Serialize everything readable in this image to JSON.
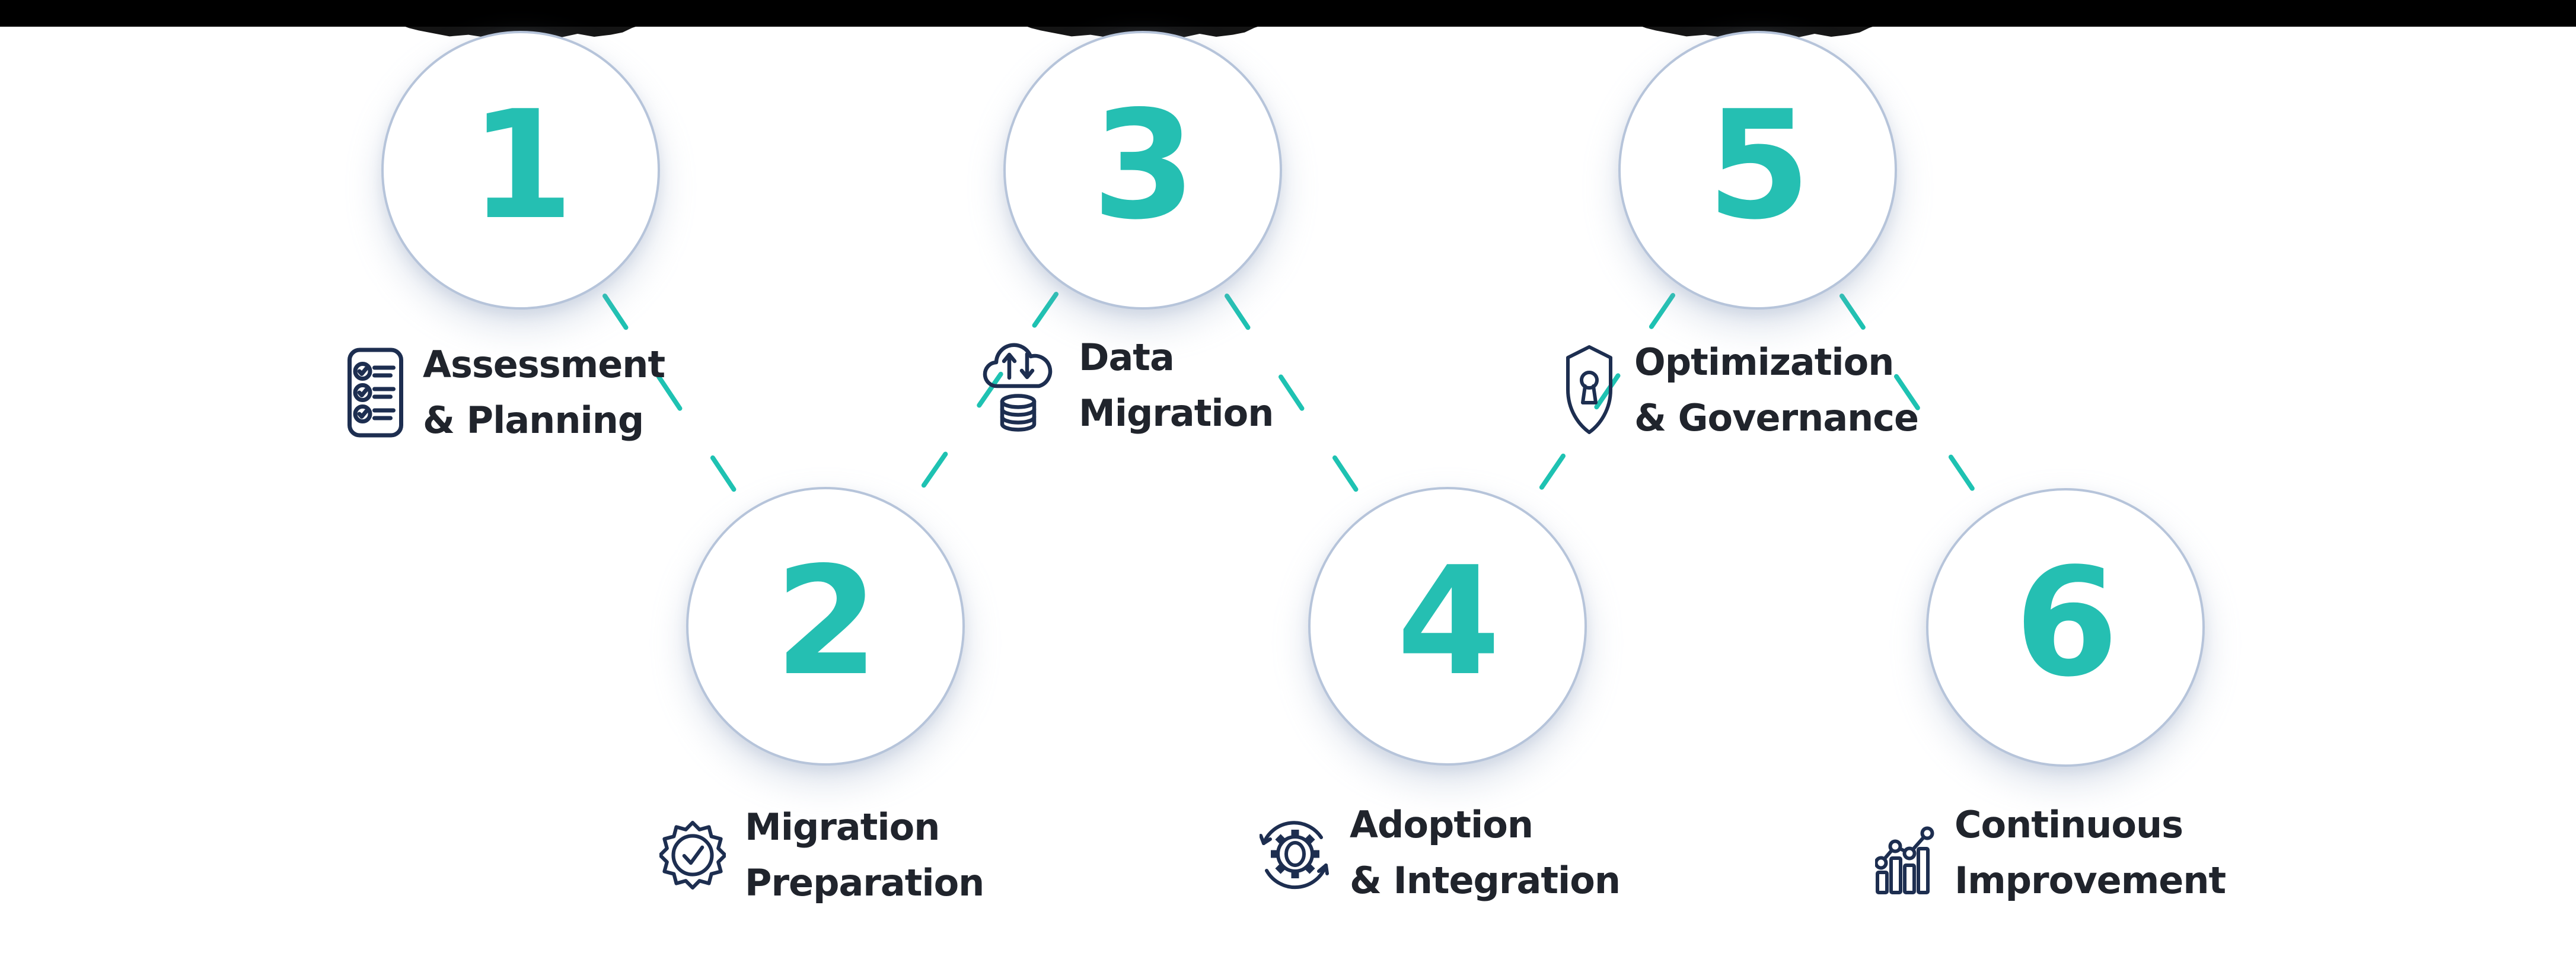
{
  "figure": {
    "type": "process-steps-zigzag",
    "step_count": 6
  },
  "colors": {
    "accent_teal": "#1ec2b2",
    "number_teal": "#25bfb2",
    "icon_navy": "#1d2e50",
    "circle_border": "#b6c4da",
    "label_text": "#20242c",
    "top_bar": "#000000",
    "background": "#ffffff"
  },
  "steps": [
    {
      "number": "1",
      "label_line1": "Assessment",
      "label_line2": "& Planning",
      "icon": "checklist-icon",
      "row": "top"
    },
    {
      "number": "2",
      "label_line1": "Migration",
      "label_line2": "Preparation",
      "icon": "badge-check-icon",
      "row": "bottom"
    },
    {
      "number": "3",
      "label_line1": "Data",
      "label_line2": "Migration",
      "icon": "cloud-transfer-database-icon",
      "row": "top"
    },
    {
      "number": "4",
      "label_line1": "Adoption",
      "label_line2": "& Integration",
      "icon": "gear-cycle-icon",
      "row": "bottom"
    },
    {
      "number": "5",
      "label_line1": "Optimization",
      "label_line2": "& Governance",
      "icon": "shield-keyhole-icon",
      "row": "top"
    },
    {
      "number": "6",
      "label_line1": "Continuous",
      "label_line2": "Improvement",
      "icon": "bar-chart-growth-icon",
      "row": "bottom"
    }
  ]
}
